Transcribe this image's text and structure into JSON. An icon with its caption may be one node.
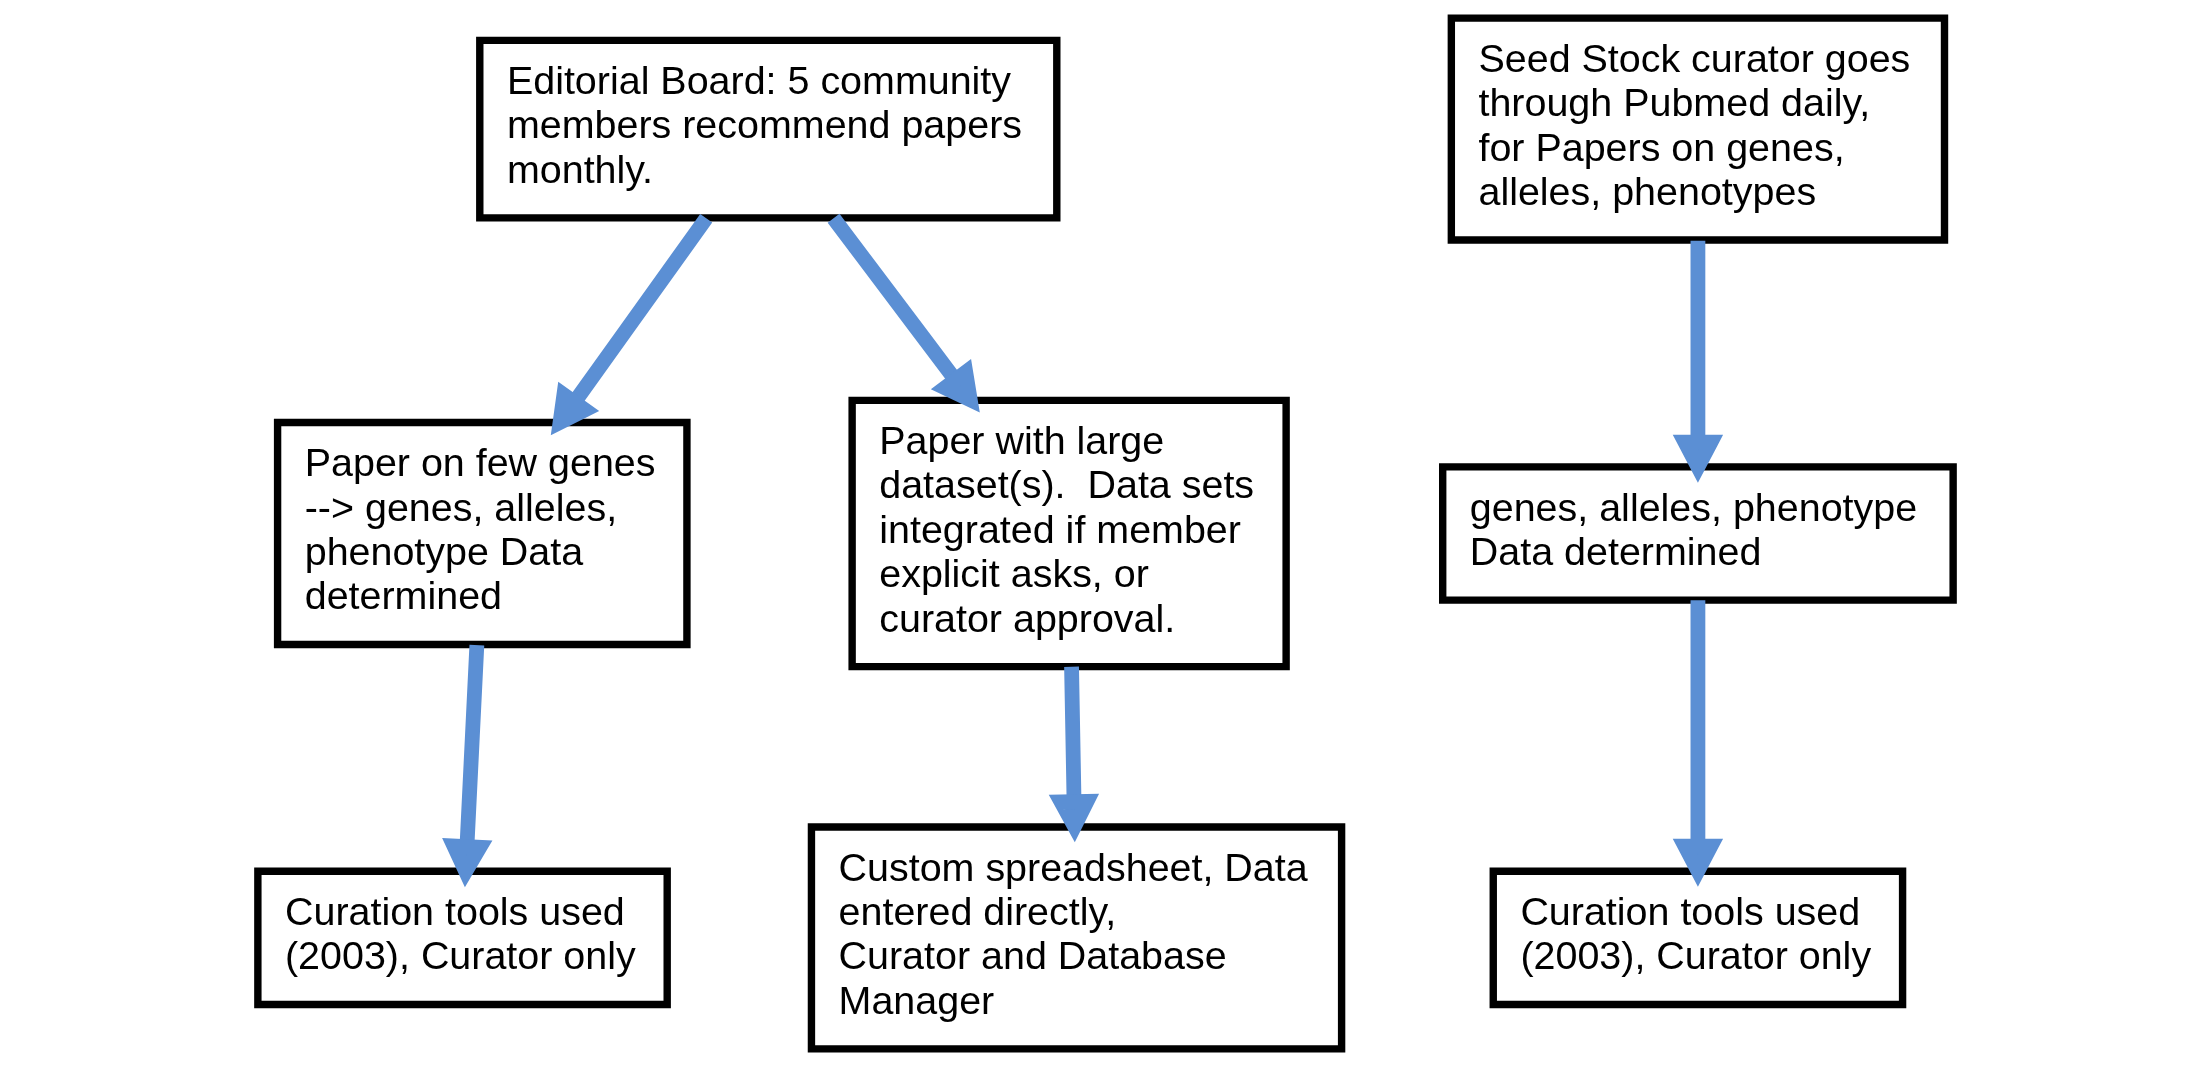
{
  "diagram": {
    "nodes": [
      {
        "text": [
          "Editorial Board: 5 community members recommend papers monthly."
        ]
      },
      {
        "text": [
          "Paper on few genes --> genes, alleles, phenotype Data determined"
        ]
      },
      {
        "text": [
          "Paper with large dataset(s).  Data sets integrated if member explicit asks, or curator approval."
        ]
      },
      {
        "text": [
          "Curation tools used (2003), Curator only"
        ]
      },
      {
        "text": [
          "Custom spreadsheet, Data entered directly, Curator and Database Manager"
        ]
      },
      {
        "text": [
          "Seed Stock curator goes through Pubmed daily, for Papers on genes, alleles, phenotypes"
        ]
      },
      {
        "text": [
          "genes, alleles, phenotype Data determined"
        ]
      },
      {
        "text": [
          "Curation tools used (2003), Curator only"
        ]
      }
    ],
    "edges": [
      {
        "from": 0,
        "to": 1,
        "arrow": "to"
      },
      {
        "from": 0,
        "to": 2,
        "arrow": "to"
      },
      {
        "from": 1,
        "to": 3,
        "arrow": "to"
      },
      {
        "from": 2,
        "to": 4,
        "arrow": "to"
      },
      {
        "from": 5,
        "to": 6,
        "arrow": "to"
      },
      {
        "from": 6,
        "to": 7,
        "arrow": "to"
      }
    ]
  }
}
